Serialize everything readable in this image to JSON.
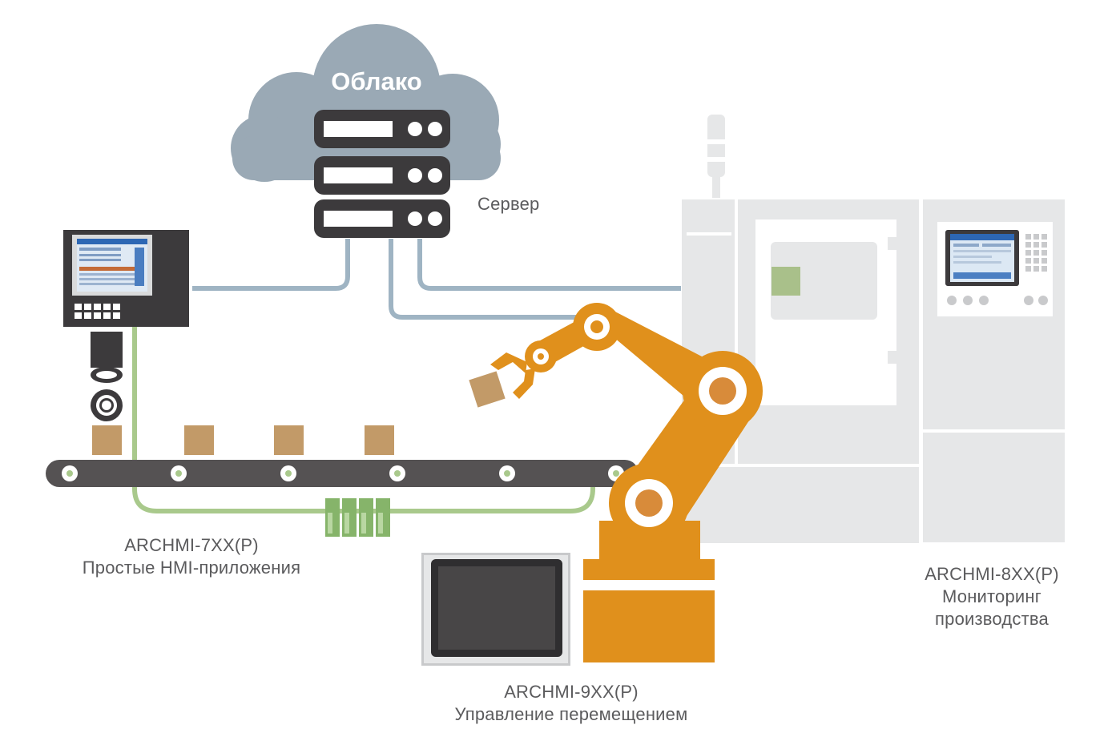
{
  "cloud": {
    "title": "Облако"
  },
  "server": {
    "label": "Сервер"
  },
  "devices": {
    "hmi7": {
      "model": "ARCHMI-7XX(P)",
      "caption": "Простые HMI-приложения"
    },
    "hmi8": {
      "model": "ARCHMI-8XX(P)",
      "caption_line1": "Мониторинг",
      "caption_line2": "производства"
    },
    "hmi9": {
      "model": "ARCHMI-9XX(P)",
      "caption": "Управление перемещением"
    }
  },
  "colors": {
    "cloud": "#9aa9b5",
    "server": "#3c3a3c",
    "network_line": "#9fb4c3",
    "fieldbus_line": "#a9c98c",
    "robot": "#e0901c",
    "robot_joint": "#d88b3a",
    "machine": "#e6e7e8",
    "conveyor": "#555253",
    "box": "#c29a68",
    "text": "#5b5b5d"
  }
}
